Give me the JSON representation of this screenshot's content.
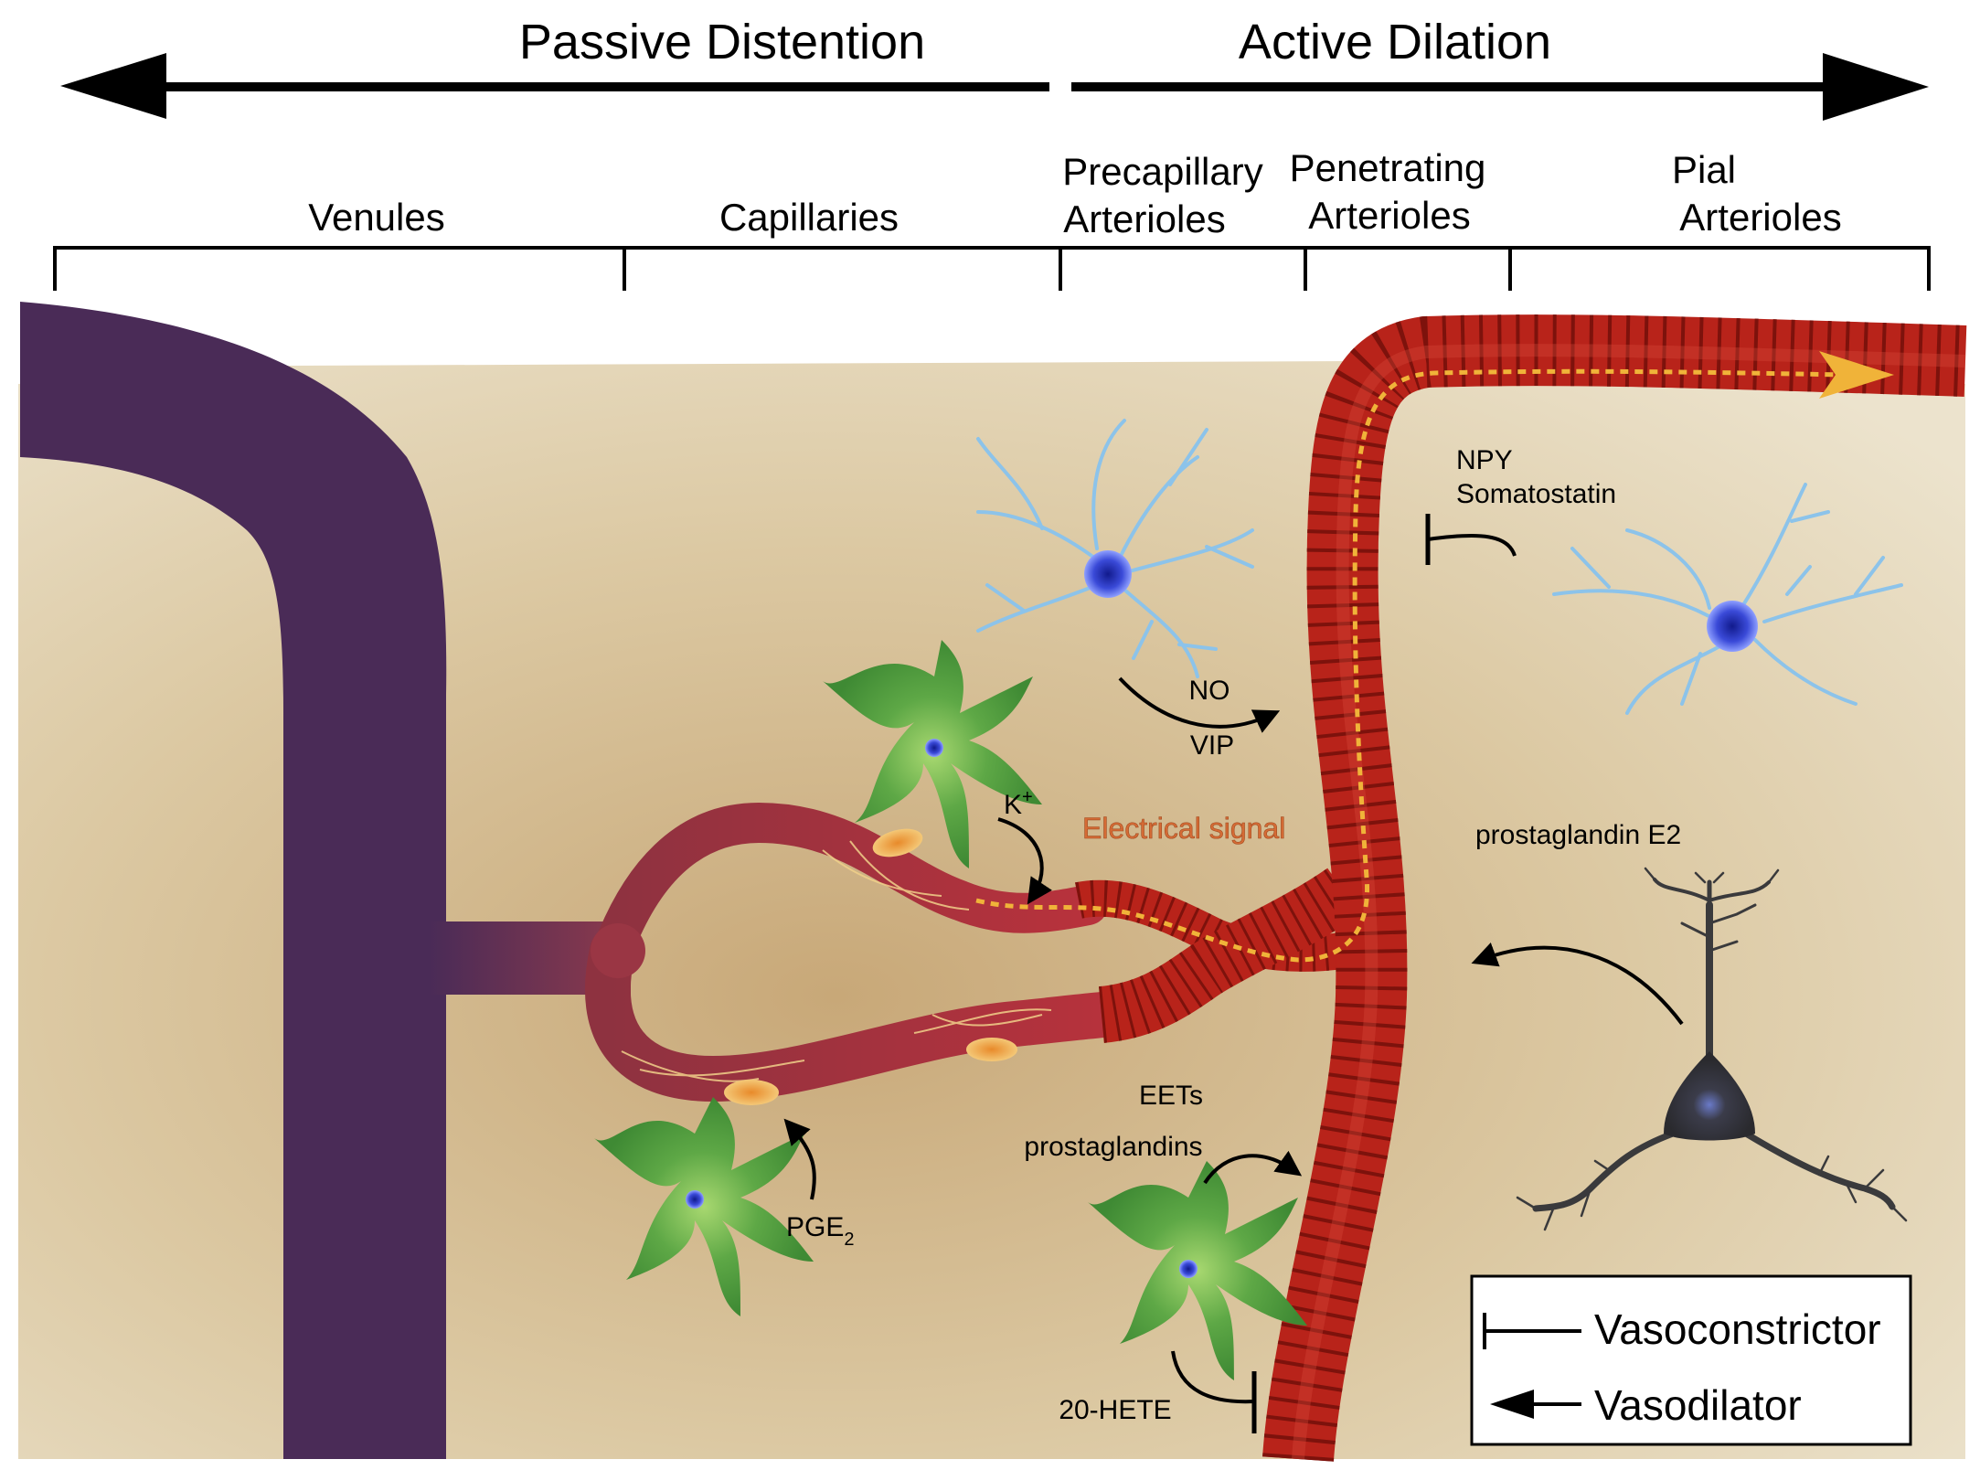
{
  "header": {
    "left_label": "Passive Distention",
    "right_label": "Active Dilation"
  },
  "segments": [
    {
      "line1": "Venules",
      "line2": ""
    },
    {
      "line1": "Capillaries",
      "line2": ""
    },
    {
      "line1": "Precapillary",
      "line2": "Arterioles"
    },
    {
      "line1": "Penetrating",
      "line2": "Arterioles"
    },
    {
      "line1": "Pial",
      "line2": "Arterioles"
    }
  ],
  "labels": {
    "npy": "NPY",
    "somatostatin": "Somatostatin",
    "no": "NO",
    "vip": "VIP",
    "k_base": "K",
    "k_sup": "+",
    "electrical": "Electrical signal",
    "pge2_e2": "prostaglandin E2",
    "eets": "EETs",
    "prostaglandins": "prostaglandins",
    "pge_base": "PGE",
    "pge_sub": "2",
    "hete": "20-HETE"
  },
  "legend": {
    "constrictor": "Vasoconstrictor",
    "dilator": "Vasodilator"
  },
  "colors": {
    "venule": "#4a2b57",
    "artery": "#b8231a",
    "artery_dark": "#7d120c",
    "signal": "#f0b339",
    "astrocyte": "#4d9a3c",
    "interneuron": "#8cc3ea",
    "pyramidal": "#3a3a3c"
  }
}
